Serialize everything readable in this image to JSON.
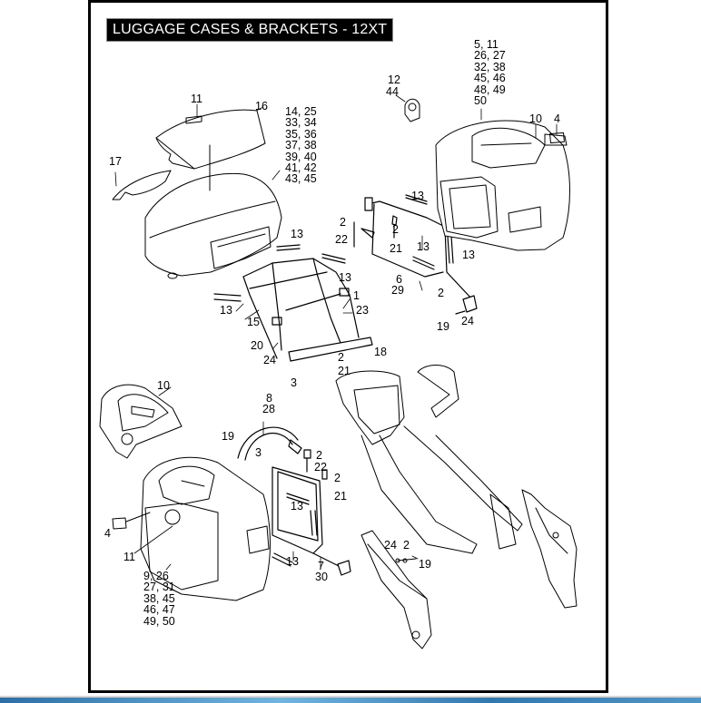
{
  "page": {
    "title": "LUGGAGE CASES & BRACKETS - 12XT",
    "accent_bar_color": "#4d97c8"
  },
  "callouts": {
    "top_right_case_refs": [
      "5, 11",
      "26, 27",
      "32, 38",
      "45, 46",
      "48, 49",
      "50"
    ],
    "top_case_refs": [
      "14, 25",
      "33, 34",
      "35, 36",
      "37, 38",
      "39, 40",
      "41, 42",
      "43, 45"
    ],
    "left_case_refs": [
      "9, 26",
      "27, 31",
      "38, 45",
      "46, 47",
      "49, 50"
    ],
    "lock_12": "12",
    "lock_44": "44",
    "right_case_10": "10",
    "right_case_4": "4",
    "lid_11": "11",
    "lid_16": "16",
    "reflector_17": "17",
    "rb_13a": "13",
    "rb_2a": "2",
    "rb_22": "22",
    "rb_2b": "2",
    "rb_21": "21",
    "rb_13b": "13",
    "rb_13c": "13",
    "rb_6": "6",
    "rb_29": "29",
    "rb_2c": "2",
    "rb_19": "19",
    "rb_24": "24",
    "tr_13a": "13",
    "tr_13b": "13",
    "tr_13c": "13",
    "tr_1": "1",
    "tr_23": "23",
    "tr_15": "15",
    "tr_20": "20",
    "tr_24": "24",
    "tr_18": "18",
    "tr_2": "2",
    "tr_21": "21",
    "tr_3": "3",
    "left_case_10": "10",
    "grab_8": "8",
    "grab_28": "28",
    "grab_19": "19",
    "grab_3": "3",
    "lb_2a": "2",
    "lb_22": "22",
    "lb_2b": "2",
    "lb_21": "21",
    "lb_13a": "13",
    "lb_13b": "13",
    "lb_7": "7",
    "lb_30": "30",
    "left_case_4": "4",
    "left_case_11": "11",
    "frame_24": "24",
    "frame_2": "2",
    "frame_19": "19"
  }
}
